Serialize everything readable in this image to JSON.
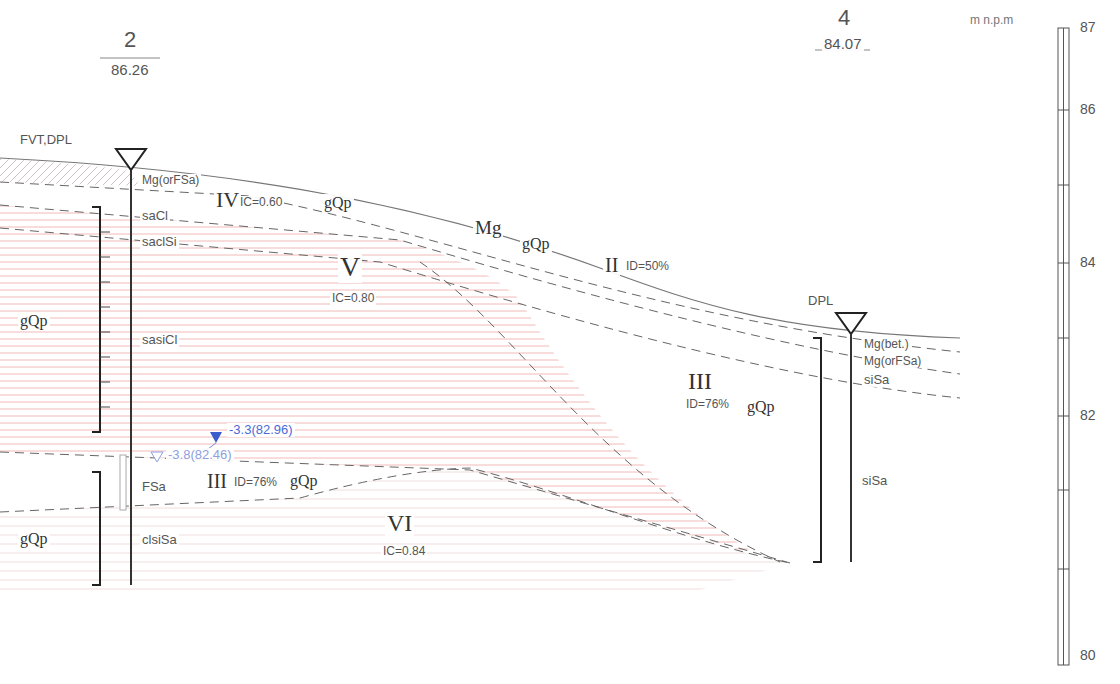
{
  "diagram": {
    "labels": [
      "2",
      "86.26",
      "4",
      "84.07",
      "m n.p.m",
      "FVT,DPL",
      "Mg(orFSa)",
      "saCl",
      "IV",
      "IC=0.60",
      "gQp",
      "saclSi",
      "Mg",
      "gQp",
      "II",
      "ID=50%",
      "gQp",
      "V",
      "IC=0.80",
      "sasiCl",
      "DPL",
      "Mg(bet.)",
      "Mg(orFSa)",
      "siSa",
      "III",
      "ID=76%",
      "gQp",
      "siSa",
      "-3.3(82.96)",
      "-3.8(82.46)",
      "FSa",
      "III",
      "ID=76%",
      "gQp",
      "VI",
      "IC=0.84",
      "gQp",
      "clsiSa",
      "87",
      "86",
      "84",
      "82",
      "80"
    ]
  }
}
